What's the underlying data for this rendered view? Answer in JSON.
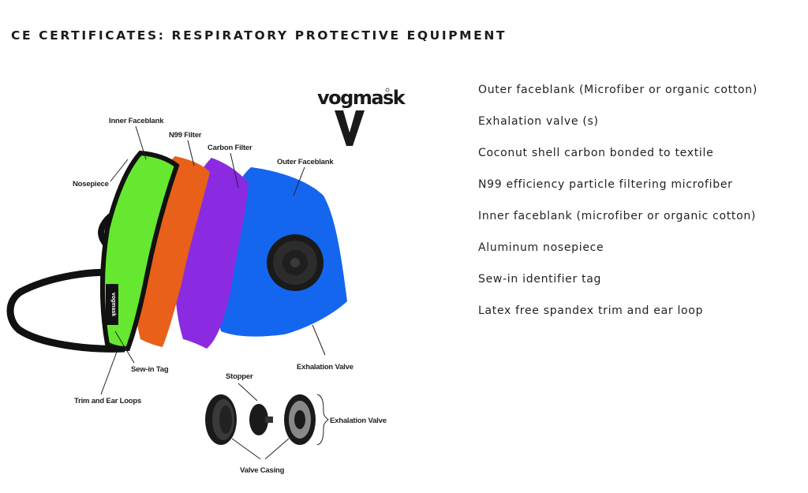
{
  "title": "CE CERTIFICATES: RESPIRATORY PROTECTIVE EQUIPMENT",
  "diagram": {
    "brand": "vogmask",
    "tag_text": "vogmask",
    "labels": {
      "inner_faceblank": "Inner Faceblank",
      "n99_filter": "N99 Filter",
      "carbon_filter": "Carbon Filter",
      "outer_faceblank": "Outer Faceblank",
      "nosepiece": "Nosepiece",
      "sew_in_tag": "Sew-in Tag",
      "trim_and_ear_loops": "Trim and Ear Loops",
      "exhalation_valve": "Exhalation Valve",
      "stopper": "Stopper",
      "exhalation_valve_parts": "Exhalation Valve",
      "valve_casing": "Valve Casing"
    },
    "colors": {
      "inner_layer": "#66e830",
      "n99_layer": "#e8601a",
      "carbon_layer": "#8a2be2",
      "outer_layer": "#1466ee",
      "trim": "#111111"
    }
  },
  "features": [
    "Outer faceblank (Microfiber or organic cotton)",
    "Exhalation valve (s)",
    "Coconut shell carbon bonded to textile",
    "N99 efficiency particle filtering microfiber",
    "Inner faceblank (microfiber or organic cotton)",
    "Aluminum nosepiece",
    "Sew-in identifier tag",
    "Latex free spandex trim and ear loop"
  ]
}
